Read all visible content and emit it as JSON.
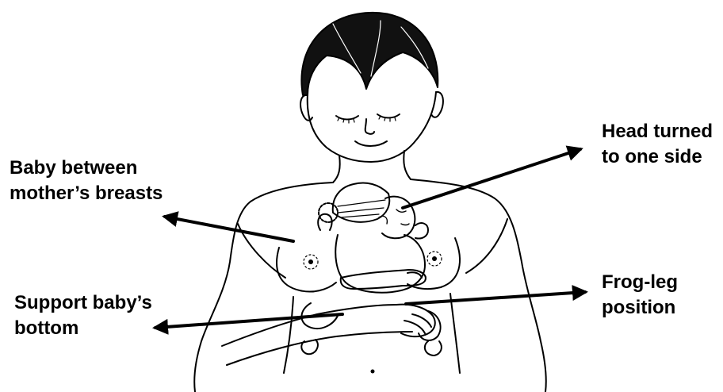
{
  "annotations": {
    "baby_between_breasts": [
      "Baby between",
      "mother’s breasts"
    ],
    "head_turned": [
      "Head turned",
      "to one side"
    ],
    "support_bottom": [
      "Support baby’s",
      "bottom"
    ],
    "frog_leg": [
      "Frog-leg",
      "position"
    ]
  },
  "colors": {
    "ink": "#000000",
    "background": "#ffffff"
  }
}
